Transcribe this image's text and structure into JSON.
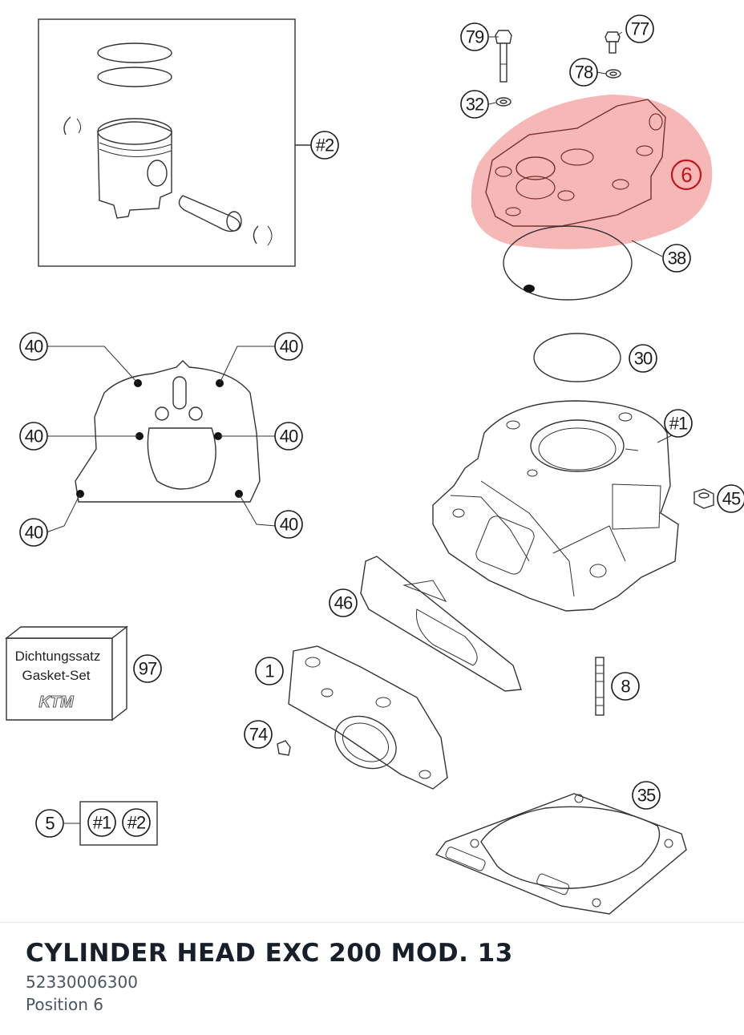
{
  "diagram": {
    "callouts": [
      {
        "id": "c79",
        "label": "79"
      },
      {
        "id": "c77",
        "label": "77"
      },
      {
        "id": "c78",
        "label": "78"
      },
      {
        "id": "c32",
        "label": "32"
      },
      {
        "id": "c6",
        "label": "6",
        "highlighted": true
      },
      {
        "id": "c38",
        "label": "38"
      },
      {
        "id": "c30",
        "label": "30"
      },
      {
        "id": "c1h",
        "label": "#1"
      },
      {
        "id": "c45",
        "label": "45"
      },
      {
        "id": "c46",
        "label": "46"
      },
      {
        "id": "c8",
        "label": "8"
      },
      {
        "id": "c1",
        "label": "1"
      },
      {
        "id": "c74",
        "label": "74"
      },
      {
        "id": "c35",
        "label": "35"
      },
      {
        "id": "c97",
        "label": "97"
      },
      {
        "id": "c5",
        "label": "5"
      },
      {
        "id": "c2h",
        "label": "#2"
      },
      {
        "id": "c40a",
        "label": "40"
      },
      {
        "id": "c40b",
        "label": "40"
      },
      {
        "id": "c40c",
        "label": "40"
      },
      {
        "id": "c40d",
        "label": "40"
      },
      {
        "id": "c40e",
        "label": "40"
      },
      {
        "id": "c40f",
        "label": "40"
      },
      {
        "id": "set1",
        "label": "#1"
      },
      {
        "id": "set2",
        "label": "#2"
      }
    ],
    "gasket_box": {
      "line1": "Dichtungssatz",
      "line2": "Gasket-Set",
      "logo": "KTM"
    },
    "highlight_color": "#f08a8a"
  },
  "footer": {
    "title": "CYLINDER HEAD EXC 200 MOD. 13",
    "part_number": "52330006300",
    "position": "Position 6"
  }
}
